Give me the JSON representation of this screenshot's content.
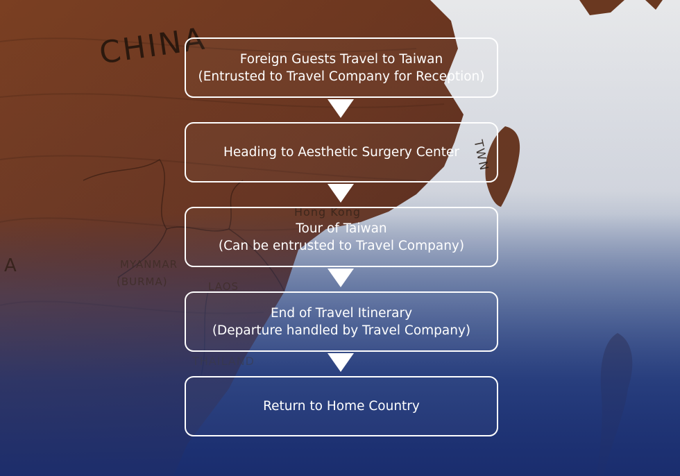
{
  "map_labels": {
    "china": "CHINA",
    "myanmar": "MYANMAR",
    "burma": "(BURMA)",
    "laos": "LAOS",
    "thailand": "THAILAND",
    "hong_kong": "Hong Kong",
    "india_fragment": "A",
    "taiwan": "TWN"
  },
  "colors": {
    "box_border": "#ffffff",
    "text": "#ffffff",
    "arrow": "#ffffff",
    "gradient_bottom": "#1e3275"
  },
  "steps": [
    {
      "line1": "Foreign Guests Travel to Taiwan",
      "line2": "(Entrusted to Travel Company for Reception)"
    },
    {
      "line1": "Heading to Aesthetic Surgery Center",
      "line2": ""
    },
    {
      "line1": "Tour of Taiwan",
      "line2": "(Can be entrusted to Travel Company)"
    },
    {
      "line1": "End of Travel Itinerary",
      "line2": "(Departure handled by Travel Company)"
    },
    {
      "line1": "Return to Home Country",
      "line2": ""
    }
  ]
}
